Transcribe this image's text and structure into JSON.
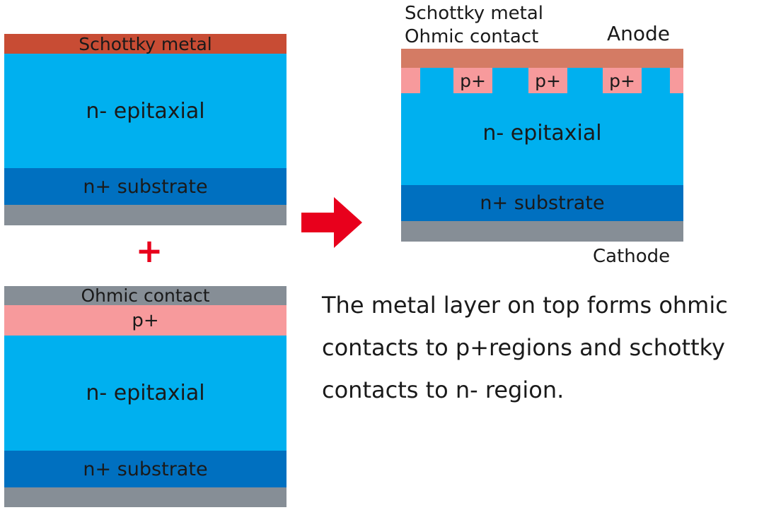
{
  "left_top_stack": {
    "schottky_label": "Schottky metal",
    "epi_label": "n- epitaxial",
    "substrate_label": "n+ substrate"
  },
  "plus_symbol": "+",
  "left_bottom_stack": {
    "ohmic_label": "Ohmic contact",
    "pplus_label": "p+",
    "epi_label": "n- epitaxial",
    "substrate_label": "n+ substrate"
  },
  "right_device": {
    "schottky_label": "Schottky metal",
    "ohmic_label": "Ohmic contact",
    "anode_label": "Anode",
    "pplus_labels": [
      "p+",
      "p+",
      "p+"
    ],
    "epi_label": "n- epitaxial",
    "substrate_label": "n+ substrate",
    "cathode_label": "Cathode"
  },
  "description_lines": [
    "The metal layer on top forms ohmic",
    "contacts to p+regions and schottky",
    "contacts to n- region."
  ],
  "colors": {
    "schottky_metal": "#c84c34",
    "n_epitaxial": "#00b0ef",
    "n_substrate": "#0070c0",
    "contact_metal": "#868e96",
    "p_plus": "#f79a9c",
    "anode_metal": "#d47b64",
    "arrow": "#e8001c",
    "plus": "#e8001c"
  }
}
